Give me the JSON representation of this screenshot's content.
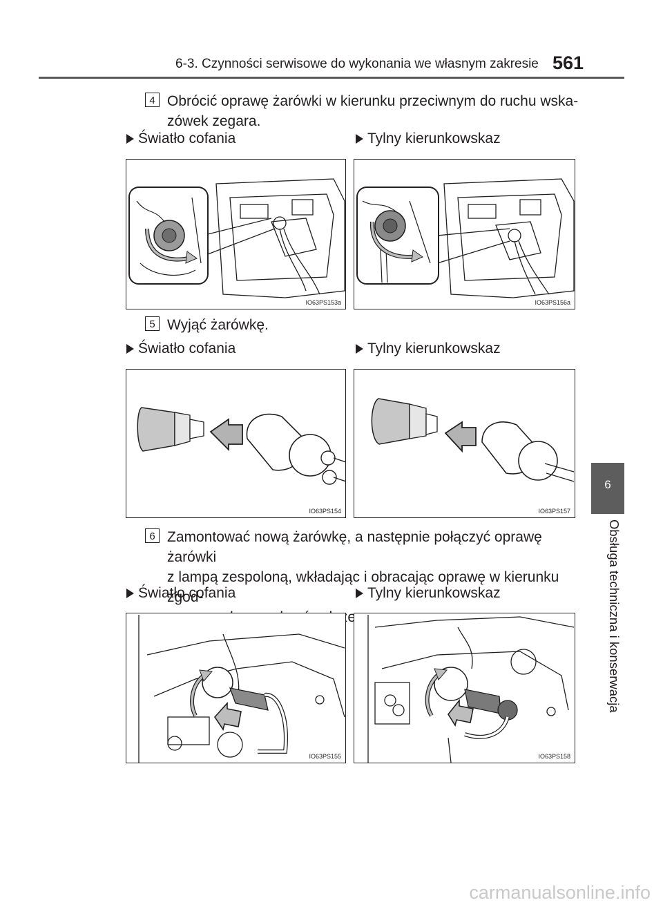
{
  "header": {
    "title": "6-3. Czynności serwisowe do wykonania we własnym zakresie",
    "page_number": "561"
  },
  "side_tab": {
    "number": "6",
    "caption": "Obsługa techniczna i konserwacja"
  },
  "steps": [
    {
      "number": "4",
      "lines": [
        "Obrócić oprawę żarówki w kierunku przeciwnym do ruchu wska-",
        "zówek zegara."
      ]
    },
    {
      "number": "5",
      "lines": [
        "Wyjąć żarówkę."
      ]
    },
    {
      "number": "6",
      "lines": [
        "Zamontować nową żarówkę, a następnie połączyć oprawę żarówki",
        "z lampą zespoloną, wkładając i obracając oprawę w kierunku zgod-",
        "nym z ruchem wskazówek zegara."
      ]
    }
  ],
  "subheads": {
    "left": "Światło cofania",
    "right": "Tylny kierunkowskaz"
  },
  "figures": [
    {
      "id": "IO63PS153a",
      "icon": "lamp-assembly-illustration"
    },
    {
      "id": "IO63PS156a",
      "icon": "lamp-assembly-illustration"
    },
    {
      "id": "IO63PS154",
      "icon": "bulb-removal-illustration"
    },
    {
      "id": "IO63PS157",
      "icon": "bulb-removal-illustration"
    },
    {
      "id": "IO63PS155",
      "icon": "bulb-install-illustration"
    },
    {
      "id": "IO63PS158",
      "icon": "bulb-install-illustration"
    }
  ],
  "watermark": "carmanualsonline.info"
}
